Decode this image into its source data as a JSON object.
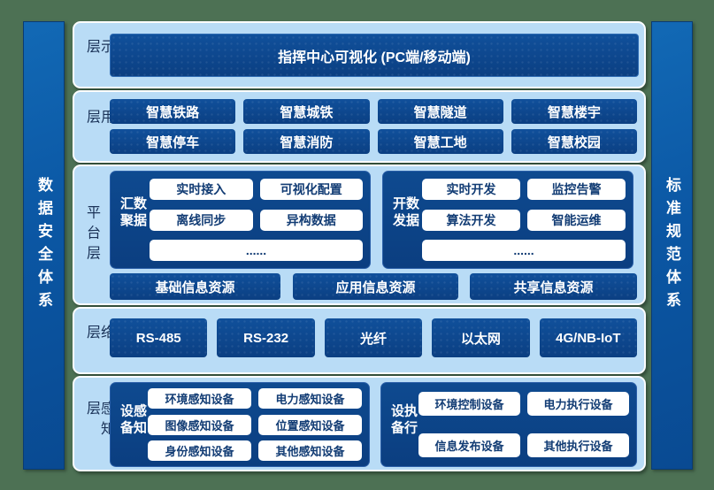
{
  "palette": {
    "background_green": "#4d7154",
    "panel_light_blue": "#b9dcf6",
    "block_navy": "#0b3f82",
    "block_navy_light": "#10509b",
    "side_bar_blue": "#0b57a4",
    "white_box_text_navy": "#123c74",
    "panel_label_navy": "#1a3257"
  },
  "left_bar": {
    "label": "数据安全体系"
  },
  "right_bar": {
    "label": "标准规范体系"
  },
  "layers": {
    "presentation": {
      "label": "展示层",
      "banner": "指挥中心可视化 (PC端/移动端)"
    },
    "application": {
      "label": "应用层",
      "items": [
        "智慧铁路",
        "智慧城铁",
        "智慧隧道",
        "智慧楼宇",
        "智慧停车",
        "智慧消防",
        "智慧工地",
        "智慧校园"
      ]
    },
    "platform": {
      "label": "平台层",
      "groups": [
        {
          "label": "数据汇聚",
          "items": [
            "实时接入",
            "可视化配置",
            "离线同步",
            "异构数据"
          ],
          "more": "......"
        },
        {
          "label": "数据开发",
          "items": [
            "实时开发",
            "监控告警",
            "算法开发",
            "智能运维"
          ],
          "more": "......"
        }
      ],
      "resources": [
        "基础信息资源",
        "应用信息资源",
        "共享信息资源"
      ]
    },
    "network": {
      "label": "网络层",
      "items": [
        "RS-485",
        "RS-232",
        "光纤",
        "以太网",
        "4G/NB-IoT"
      ]
    },
    "perception": {
      "label": "感知层",
      "groups": [
        {
          "label": "感知设备",
          "items": [
            "环境感知设备",
            "电力感知设备",
            "图像感知设备",
            "位置感知设备",
            "身份感知设备",
            "其他感知设备"
          ]
        },
        {
          "label": "执行设备",
          "items": [
            "环境控制设备",
            "电力执行设备",
            "信息发布设备",
            "其他执行设备"
          ]
        }
      ]
    }
  }
}
